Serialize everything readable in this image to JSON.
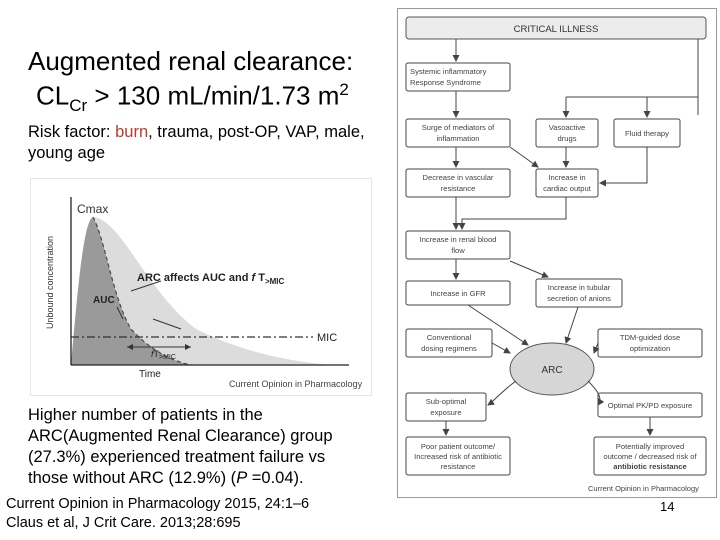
{
  "slide": {
    "title_line1": "Augmented renal clearance:",
    "title_cl": "CL",
    "title_cl_sub": "Cr",
    "title_rest": " > 130 mL/min/1.73 m",
    "title_sup": "2",
    "risk_prefix": "Risk factor: ",
    "risk_highlight": "burn",
    "risk_rest": ", trauma, post-OP, VAP, male, young age",
    "finding": "Higher number of patients in the ARC(Augmented Renal Clearance) group (27.3%) experienced treatment failure vs those without ARC (12.9%) (",
    "finding_p": "P",
    "finding_end": " =0.04).",
    "ref1": "Current Opinion in Pharmacology 2015, 24:1–6",
    "ref2": "Claus et al, J Crit Care. 2013;28:695",
    "page_number": "14"
  },
  "pk_graph": {
    "cmax": "Cmax",
    "ylabel": "Unbound concentration",
    "annotation_a": "ARC affects AUC and ",
    "annotation_f": "f",
    "annotation_t": " T",
    "annotation_sub": ">MIC",
    "auc": "AUC",
    "mic": "MIC",
    "ft_f": "f",
    "ft_t": "T",
    "ft_sub": ">MIC",
    "xlabel": "Time",
    "source": "Current Opinion in Pharmacology"
  },
  "flowchart": {
    "header": "CRITICAL ILLNESS",
    "sirs_1": "Systemic inflammatory",
    "sirs_2": "Response Syndrome",
    "surge_1": "Surge of mediators of",
    "surge_2": "inflammation",
    "vasoactive_1": "Vasoactive",
    "vasoactive_2": "drugs",
    "fluid": "Fluid therapy",
    "vascular_1": "Decrease in vascular",
    "vascular_2": "resistance",
    "cardiac_1": "Increase in",
    "cardiac_2": "cardiac output",
    "renal_1": "Increase in renal blood",
    "renal_2": "flow",
    "gfr": "Increase in GFR",
    "tubular_1": "Increase in tubular",
    "tubular_2": "secretion of anions",
    "conventional_1": "Conventional",
    "conventional_2": "dosing regimens",
    "tdm_1": "TDM-guided dose",
    "tdm_2": "optimization",
    "arc": "ARC",
    "suboptimal_1": "Sub-optimal",
    "suboptimal_2": "exposure",
    "optimal": "Optimal PK/PD exposure",
    "poor_1": "Poor patient outcome/",
    "poor_2": "Increased risk of antibiotic",
    "poor_3": "resistance",
    "improved_1": "Potentially improved",
    "improved_2": "outcome / decreased risk of",
    "improved_3": "antibiotic resistance",
    "source": "Current Opinion in Pharmacology"
  }
}
